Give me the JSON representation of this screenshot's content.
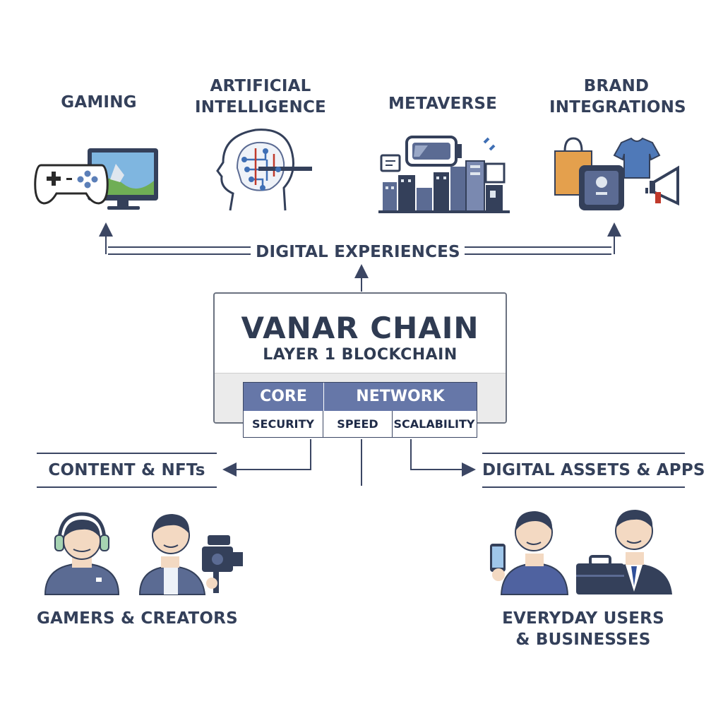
{
  "top": {
    "gaming": "GAMING",
    "ai_line1": "ARTIFICIAL",
    "ai_line2": "INTELLIGENCE",
    "metaverse": "METAVERSE",
    "brand_line1": "BRAND",
    "brand_line2": "INTEGRATIONS"
  },
  "digital_experiences": "DIGITAL EXPERIENCES",
  "chain": {
    "title": "VANAR CHAIN",
    "subtitle": "LAYER 1 BLOCKCHAIN",
    "header": [
      "CORE",
      "NETWORK"
    ],
    "cells": [
      "SECURITY",
      "SPEED",
      "SCALABILITY"
    ]
  },
  "left_branch": {
    "label": "CONTENT & NFTs",
    "audience": "GAMERS & CREATORS"
  },
  "right_branch": {
    "label": "DIGITAL ASSETS & APPS",
    "audience_line1": "EVERYDAY USERS",
    "audience_line2": "& BUSINESSES"
  },
  "colors": {
    "navy": "#2f3b52",
    "header_blue": "#6677a8",
    "line": "#3b4663",
    "icon_blue": "#5b6b93"
  }
}
